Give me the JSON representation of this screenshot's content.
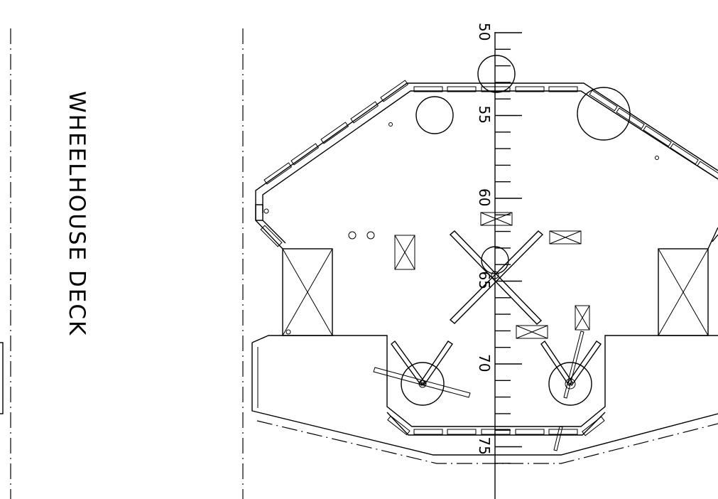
{
  "title": "WHEELHOUSE DECK",
  "frame_scale": {
    "start": 50,
    "end": 76,
    "labels": [
      "50",
      "55",
      "60",
      "65",
      "70",
      "75"
    ]
  }
}
